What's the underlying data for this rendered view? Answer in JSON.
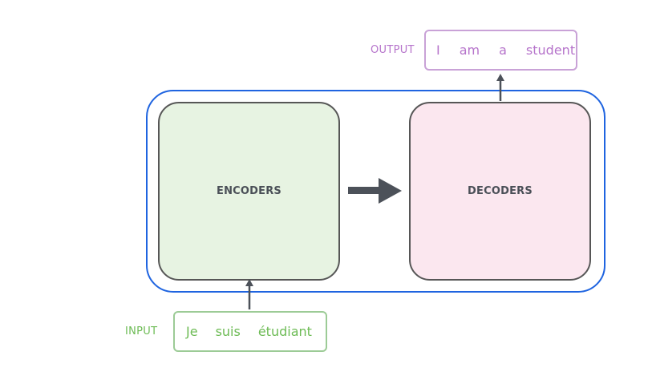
{
  "encoder": {
    "label": "ENCODERS"
  },
  "decoder": {
    "label": "DECODERS"
  },
  "input": {
    "label": "INPUT",
    "tokens": [
      "Je",
      "suis",
      "étudiant"
    ]
  },
  "output": {
    "label": "OUTPUT",
    "tokens": [
      "I",
      "am",
      "a",
      "student"
    ]
  },
  "colors": {
    "frame": "#1f64e0",
    "encoder_fill": "#e7f3e2",
    "decoder_fill": "#fbe7ef",
    "block_border": "#565656",
    "input": "#6dbb55",
    "output": "#b674cb",
    "arrow": "#4c5159"
  }
}
